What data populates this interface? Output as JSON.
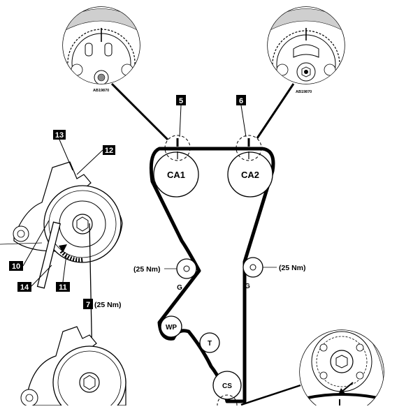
{
  "sprockets": {
    "camshaft_1": "CA1",
    "camshaft_2": "CA2",
    "water_pump": "WP",
    "tensioner": "T",
    "crankshaft": "CS"
  },
  "idlers": {
    "left_label": "G",
    "right_label": "G",
    "left_torque": "(25 Nm)",
    "right_torque": "(25 Nm)"
  },
  "callouts": {
    "n5": "5",
    "n6": "6",
    "n7": "7",
    "n7_torque": "(25 Nm)",
    "n10": "10",
    "n11": "11",
    "n12": "12",
    "n13": "13",
    "n14": "14"
  },
  "insets": {
    "left_code": "AB19870",
    "right_code": "AB19870"
  },
  "colors": {
    "ink": "#000000",
    "paper": "#ffffff"
  }
}
